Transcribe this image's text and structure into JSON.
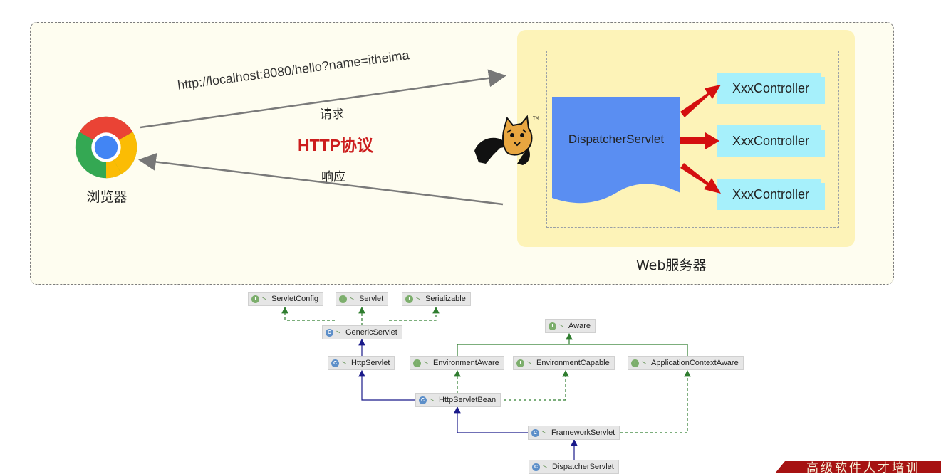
{
  "flow": {
    "browser_label": "浏览器",
    "request_url": "http://localhost:8080/hello?name=itheima",
    "request_label": "请求",
    "protocol_label": "HTTP协议",
    "response_label": "响应",
    "web_server_label": "Web服务器",
    "dispatcher_label": "DispatcherServlet",
    "controllers": [
      "XxxController",
      "XxxController",
      "XxxController"
    ],
    "colors": {
      "protocol": "#cc1d1d",
      "dispatcher": "#5a8ef2",
      "controller": "#a6f0fb",
      "arrow": "#d40f0f",
      "server_bg": "#fdf3b8"
    }
  },
  "hierarchy": {
    "nodes": [
      {
        "id": "ServletConfig",
        "label": "ServletConfig",
        "kind": "interface"
      },
      {
        "id": "Servlet",
        "label": "Servlet",
        "kind": "interface"
      },
      {
        "id": "Serializable",
        "label": "Serializable",
        "kind": "interface"
      },
      {
        "id": "GenericServlet",
        "label": "GenericServlet",
        "kind": "class"
      },
      {
        "id": "Aware",
        "label": "Aware",
        "kind": "interface"
      },
      {
        "id": "HttpServlet",
        "label": "HttpServlet",
        "kind": "class"
      },
      {
        "id": "EnvironmentAware",
        "label": "EnvironmentAware",
        "kind": "interface"
      },
      {
        "id": "EnvironmentCapable",
        "label": "EnvironmentCapable",
        "kind": "interface"
      },
      {
        "id": "ApplicationContextAware",
        "label": "ApplicationContextAware",
        "kind": "interface"
      },
      {
        "id": "HttpServletBean",
        "label": "HttpServletBean",
        "kind": "class"
      },
      {
        "id": "FrameworkServlet",
        "label": "FrameworkServlet",
        "kind": "class"
      },
      {
        "id": "DispatcherServlet",
        "label": "DispatcherServlet",
        "kind": "class"
      }
    ],
    "edges": [
      {
        "from": "GenericServlet",
        "to": "ServletConfig",
        "type": "implements"
      },
      {
        "from": "GenericServlet",
        "to": "Servlet",
        "type": "implements"
      },
      {
        "from": "GenericServlet",
        "to": "Serializable",
        "type": "implements"
      },
      {
        "from": "HttpServlet",
        "to": "GenericServlet",
        "type": "extends"
      },
      {
        "from": "EnvironmentAware",
        "to": "Aware",
        "type": "extends-interface"
      },
      {
        "from": "ApplicationContextAware",
        "to": "Aware",
        "type": "extends-interface"
      },
      {
        "from": "HttpServletBean",
        "to": "HttpServlet",
        "type": "extends"
      },
      {
        "from": "HttpServletBean",
        "to": "EnvironmentAware",
        "type": "implements"
      },
      {
        "from": "HttpServletBean",
        "to": "EnvironmentCapable",
        "type": "implements"
      },
      {
        "from": "FrameworkServlet",
        "to": "HttpServletBean",
        "type": "extends"
      },
      {
        "from": "FrameworkServlet",
        "to": "ApplicationContextAware",
        "type": "implements"
      },
      {
        "from": "DispatcherServlet",
        "to": "FrameworkServlet",
        "type": "extends"
      }
    ]
  },
  "banner": {
    "text": "高级软件人才培训"
  }
}
